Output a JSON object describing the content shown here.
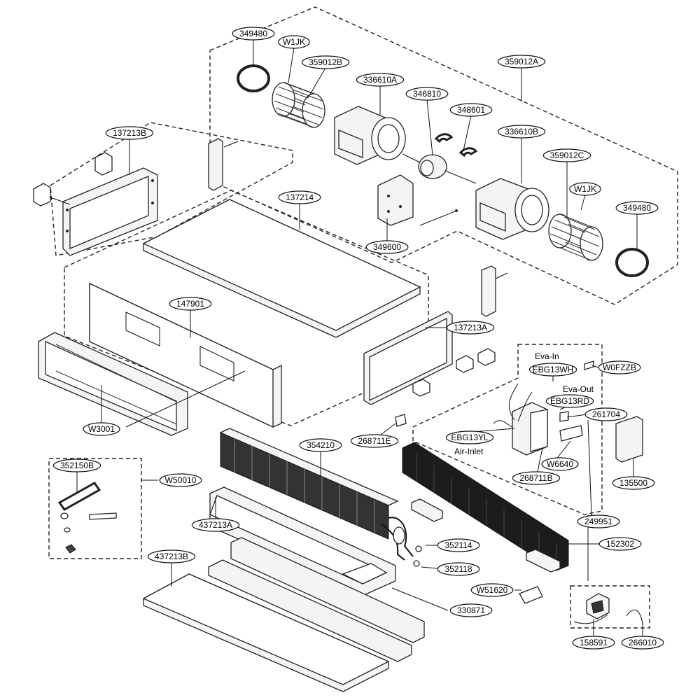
{
  "callouts": [
    {
      "id": "c349480a",
      "label": "349480"
    },
    {
      "id": "cW1JKa",
      "label": "W1JK"
    },
    {
      "id": "c359012B",
      "label": "359012B"
    },
    {
      "id": "c336610A",
      "label": "336610A"
    },
    {
      "id": "c359012A",
      "label": "359012A"
    },
    {
      "id": "c346810",
      "label": "346810"
    },
    {
      "id": "c348601",
      "label": "348601"
    },
    {
      "id": "c336610B",
      "label": "336610B"
    },
    {
      "id": "c359012C",
      "label": "359012C"
    },
    {
      "id": "cW1JKb",
      "label": "W1JK"
    },
    {
      "id": "c349480b",
      "label": "349480"
    },
    {
      "id": "c349600",
      "label": "349600"
    },
    {
      "id": "c137213B",
      "label": "137213B"
    },
    {
      "id": "c137214",
      "label": "137214"
    },
    {
      "id": "c147901",
      "label": "147901"
    },
    {
      "id": "c137213A",
      "label": "137213A"
    },
    {
      "id": "cEBG13WH",
      "label": "EBG13WH"
    },
    {
      "id": "cW0FZZB",
      "label": "W0FZZB"
    },
    {
      "id": "cEBG13RD",
      "label": "EBG13RD"
    },
    {
      "id": "c261704",
      "label": "261704"
    },
    {
      "id": "cW3001",
      "label": "W3001"
    },
    {
      "id": "c268711E",
      "label": "268711E"
    },
    {
      "id": "cEBG13YL",
      "label": "EBG13YL"
    },
    {
      "id": "cW6640",
      "label": "W6640"
    },
    {
      "id": "c268711B",
      "label": "268711B"
    },
    {
      "id": "c135500",
      "label": "135500"
    },
    {
      "id": "c352150B",
      "label": "352150B"
    },
    {
      "id": "cW50010",
      "label": "W50010"
    },
    {
      "id": "c354210",
      "label": "354210"
    },
    {
      "id": "c249951",
      "label": "249951"
    },
    {
      "id": "c152302",
      "label": "152302"
    },
    {
      "id": "c437213A",
      "label": "437213A"
    },
    {
      "id": "c352114",
      "label": "352114"
    },
    {
      "id": "c352118",
      "label": "352118"
    },
    {
      "id": "c437213B",
      "label": "437213B"
    },
    {
      "id": "cW51620",
      "label": "W51620"
    },
    {
      "id": "c330871",
      "label": "330871"
    },
    {
      "id": "c158591",
      "label": "158591"
    },
    {
      "id": "c266010",
      "label": "266010"
    }
  ],
  "annotations": {
    "eva_in": "Eva-In",
    "eva_out": "Eva-Out",
    "air_inlet": "Air-Inlet"
  }
}
